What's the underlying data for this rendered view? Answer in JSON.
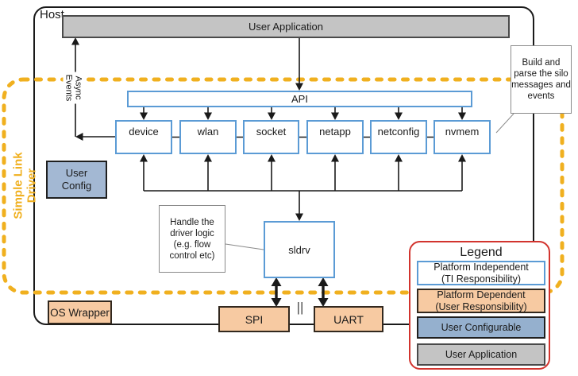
{
  "host": {
    "label": "Host"
  },
  "blocks": {
    "user_application": "User Application",
    "api": "API",
    "modules": [
      "device",
      "wlan",
      "socket",
      "netapp",
      "netconfig",
      "nvmem"
    ],
    "user_config": "User\nConfig",
    "sldrv": "sldrv",
    "os_wrapper": "OS Wrapper",
    "spi": "SPI",
    "uart": "UART",
    "or_separator": "||"
  },
  "labels": {
    "async_events": "Async\nEvents",
    "simple_link_driver": "Simple Link Driver"
  },
  "notes": {
    "handle_driver_logic": "Handle the\ndriver logic\n(e.g. flow\ncontrol etc)",
    "build_and_parse": "Build and\nparse the silo\nmessages and\nevents"
  },
  "legend": {
    "title": "Legend",
    "items": [
      {
        "label": "Platform Independent\n(TI Responsibility)"
      },
      {
        "label": "Platform Dependent\n(User Responsibility)"
      },
      {
        "label": "User Configurable"
      },
      {
        "label": "User Application"
      }
    ]
  },
  "colors": {
    "platform_independent_border": "#5b9bd5",
    "platform_dependent_fill": "#f7caa2",
    "user_configurable_fill": "#95b0ce",
    "user_application_fill": "#c4c4c4",
    "simplelink_dashed_yellow": "#f0b01f",
    "legend_border_red": "#d2342e"
  }
}
